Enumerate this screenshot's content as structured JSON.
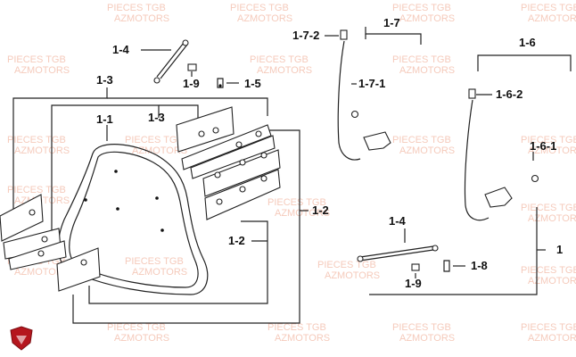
{
  "labels": {
    "l_1_4a": "1-4",
    "l_1_9a": "1-9",
    "l_1_5": "1-5",
    "l_1_3a": "1-3",
    "l_1_1": "1-1",
    "l_1_3b": "1-3",
    "l_1_2a": "1-2",
    "l_1_2b": "1-2",
    "l_1_7_2": "1-7-2",
    "l_1_7": "1-7",
    "l_1_7_1": "1-7-1",
    "l_1_6": "1-6",
    "l_1_6_2": "1-6-2",
    "l_1_6_1": "1-6-1",
    "l_1_4b": "1-4",
    "l_1_8": "1-8",
    "l_1_9b": "1-9",
    "l_1": "1"
  },
  "watermark": {
    "line1": "PIECES TGB",
    "line2": "AZMOTORS"
  },
  "colors": {
    "line": "#222222",
    "watermark": "#f2b9a5",
    "logo": "#b5161e"
  }
}
